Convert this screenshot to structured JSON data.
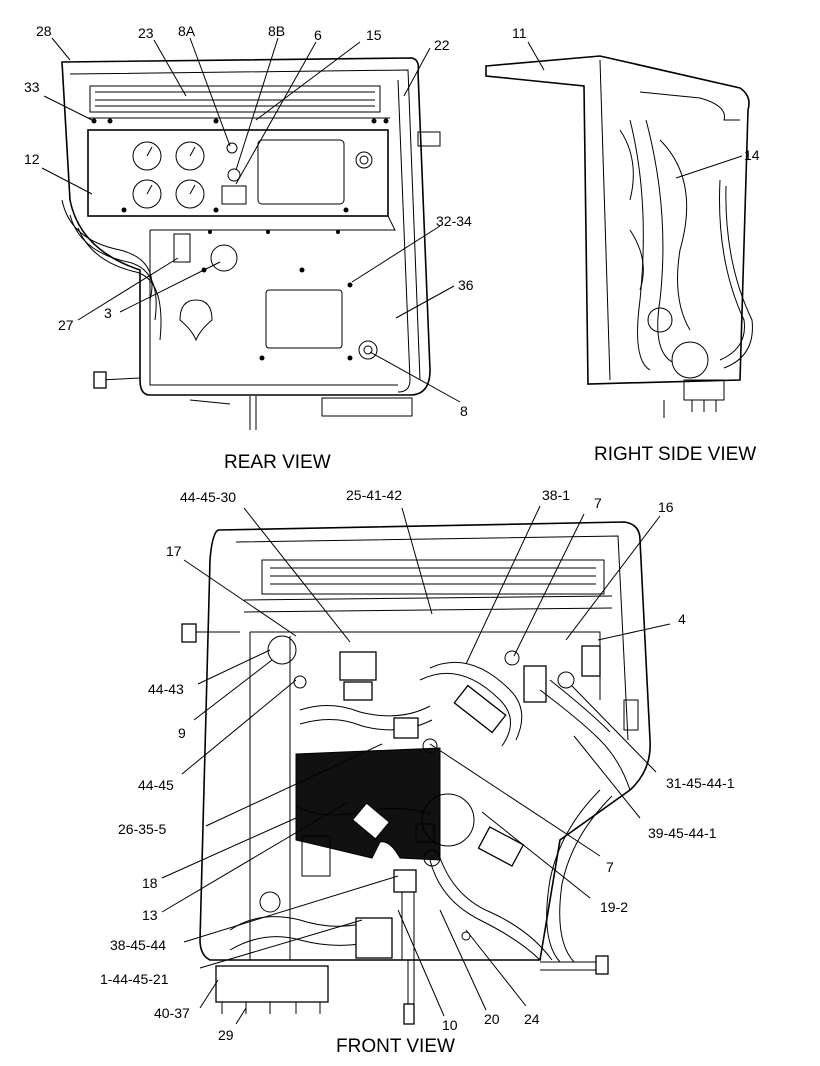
{
  "views": {
    "rear": {
      "caption": "REAR VIEW",
      "callouts": [
        "28",
        "23",
        "8A",
        "8B",
        "6",
        "15",
        "22",
        "33",
        "12",
        "27",
        "3",
        "32-34",
        "36",
        "8"
      ]
    },
    "right_side": {
      "caption": "RIGHT SIDE VIEW",
      "callouts": [
        "11",
        "14"
      ]
    },
    "front": {
      "caption": "FRONT VIEW",
      "callouts": [
        "44-45-30",
        "25-41-42",
        "38-1",
        "7",
        "16",
        "17",
        "4",
        "44-43",
        "9",
        "44-45",
        "31-45-44-1",
        "26-35-5",
        "39-45-44-1",
        "7",
        "18",
        "19-2",
        "13",
        "38-45-44",
        "1-44-45-21",
        "40-37",
        "29",
        "10",
        "20",
        "24"
      ]
    }
  }
}
